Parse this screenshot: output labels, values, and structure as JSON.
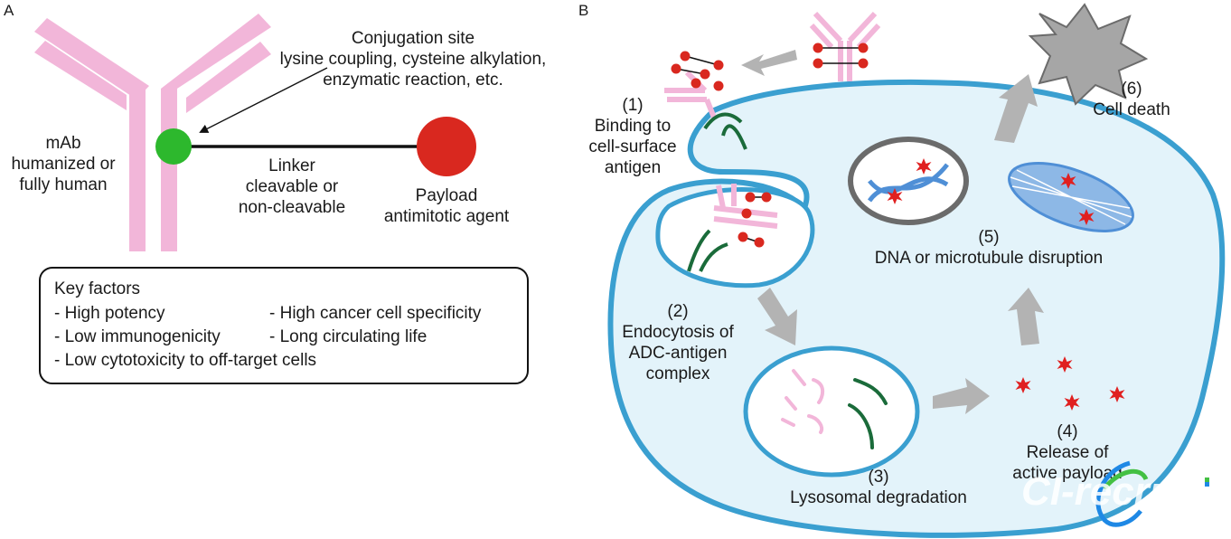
{
  "panel_a": {
    "letter": "A",
    "conjugation_lines": [
      "Conjugation site",
      "lysine coupling, cysteine alkylation,",
      "enzymatic reaction, etc."
    ],
    "mab_lines": [
      "mAb",
      "humanized or",
      "fully human"
    ],
    "linker_lines": [
      "Linker",
      "cleavable or",
      "non-cleavable"
    ],
    "payload_lines": [
      "Payload",
      "antimitotic agent"
    ],
    "key_factors": {
      "title": "Key factors",
      "items": [
        "- High potency",
        "- High cancer cell specificity",
        "- Low immunogenicity",
        "- Long circulating life",
        "- Low cytotoxicity to off-target cells"
      ]
    }
  },
  "panel_b": {
    "letter": "B",
    "step1": [
      "(1)",
      "Binding to",
      "cell-surface",
      "antigen"
    ],
    "step2": [
      "(2)",
      "Endocytosis of",
      "ADC-antigen",
      "complex"
    ],
    "step3": [
      "(3)",
      "Lysosomal degradation"
    ],
    "step4": [
      "(4)",
      "Release of",
      "active payload"
    ],
    "step5": [
      "(5)",
      "DNA or microtubule disruption"
    ],
    "step6": [
      "(6)",
      "Cell death"
    ]
  },
  "watermark": "CI-recru",
  "colors": {
    "antibody": "#f2b6d9",
    "conjugation_site": "#2db82d",
    "payload": "#d9281f",
    "cell_fill": "#e3f3fa",
    "cell_border": "#3a9fd0",
    "antigen": "#1a6b3a",
    "arrow": "#b3b3b3",
    "nucleus_border": "#6b6b6b",
    "dna": "#4f8fd6"
  }
}
